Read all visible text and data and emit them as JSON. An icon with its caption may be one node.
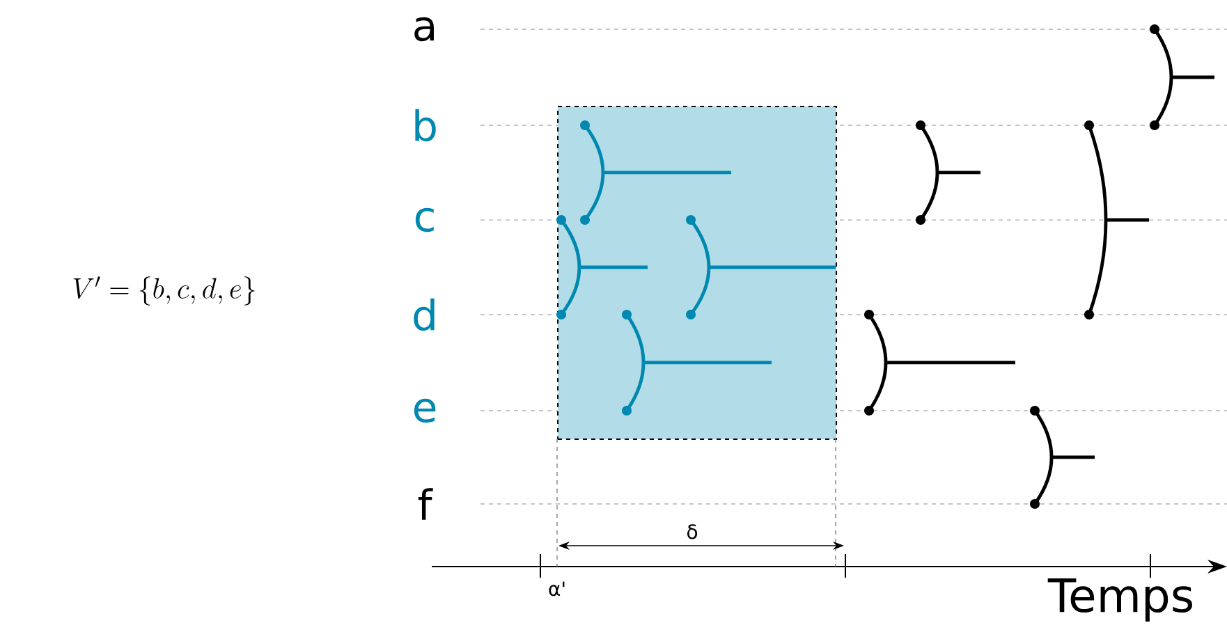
{
  "diagram": {
    "nodes": [
      {
        "text": [
          "a"
        ]
      },
      {
        "text": [
          "b"
        ]
      },
      {
        "text": [
          "c"
        ]
      },
      {
        "text": [
          "d"
        ]
      },
      {
        "text": [
          "e"
        ]
      },
      {
        "text": [
          "f"
        ]
      },
      {
        "text": [],
        "shape": "box"
      },
      {
        "text": [],
        "shape": "circle",
        "in": 6
      },
      {
        "text": [],
        "shape": "circle",
        "in": 6
      },
      {
        "text": [],
        "shape": "circle",
        "in": 6
      },
      {
        "text": [],
        "shape": "circle",
        "in": 6
      },
      {
        "text": [],
        "shape": "circle",
        "in": 6
      },
      {
        "text": [],
        "shape": "circle",
        "in": 6
      },
      {
        "text": [],
        "shape": "circle",
        "in": 6
      },
      {
        "text": [],
        "shape": "circle",
        "in": 6
      },
      {
        "text": [],
        "shape": "circle"
      },
      {
        "text": [],
        "shape": "circle"
      },
      {
        "text": [],
        "shape": "circle"
      },
      {
        "text": [],
        "shape": "circle"
      },
      {
        "text": [],
        "shape": "circle"
      },
      {
        "text": [],
        "shape": "circle"
      },
      {
        "text": [],
        "shape": "circle"
      },
      {
        "text": [],
        "shape": "circle"
      },
      {
        "text": [],
        "shape": "circle"
      },
      {
        "text": [],
        "shape": "circle"
      }
    ],
    "edges": [
      {
        "from": 7,
        "to": 8,
        "arrow": "none",
        "color": "#0088b0"
      },
      {
        "from": 9,
        "to": 10,
        "arrow": "none",
        "color": "#0088b0"
      },
      {
        "from": 11,
        "to": 12,
        "arrow": "none",
        "color": "#0088b0"
      },
      {
        "from": 13,
        "to": 14,
        "arrow": "none",
        "color": "#0088b0"
      },
      {
        "from": 15,
        "to": 16,
        "arrow": "none"
      },
      {
        "from": 17,
        "to": 18,
        "arrow": "none"
      },
      {
        "from": 19,
        "to": 20,
        "arrow": "none"
      },
      {
        "from": 21,
        "to": 22,
        "arrow": "none"
      },
      {
        "from": 23,
        "to": 24,
        "arrow": "none"
      }
    ],
    "labels": [
      "V' = \\{b, c, d, e\\}",
      "α'",
      "δ",
      "Temps"
    ]
  }
}
